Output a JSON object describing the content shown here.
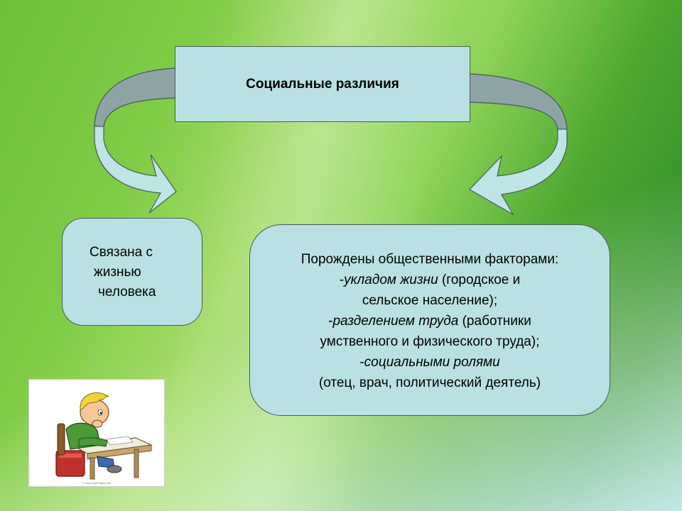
{
  "diagram": {
    "title": "Социальные различия",
    "left_box": {
      "lines": [
        "Связана с",
        "жизнью",
        "человека"
      ]
    },
    "right_box": {
      "line1": "Порождены общественными факторами:",
      "line2_prefix": "-",
      "line2_italic": "укладом жизни",
      "line2_rest": " (городское и",
      "line3": "сельское население);",
      "line4_prefix": "-",
      "line4_italic": "разделением труда",
      "line4_rest": " (работники",
      "line5": "умственного и физического труда);",
      "line6_prefix": "-",
      "line6_italic": "социальными ролями",
      "line7": "(отец, врач, политический деятель)"
    }
  },
  "clipart": {
    "icon": "boy-at-desk-icon",
    "credit": "© www.ClipProject.info"
  },
  "colors": {
    "box_fill": "#b9e1e3",
    "arrow_fill": "#bfe4e6",
    "arrow_shadow": "#8ea3a4"
  }
}
